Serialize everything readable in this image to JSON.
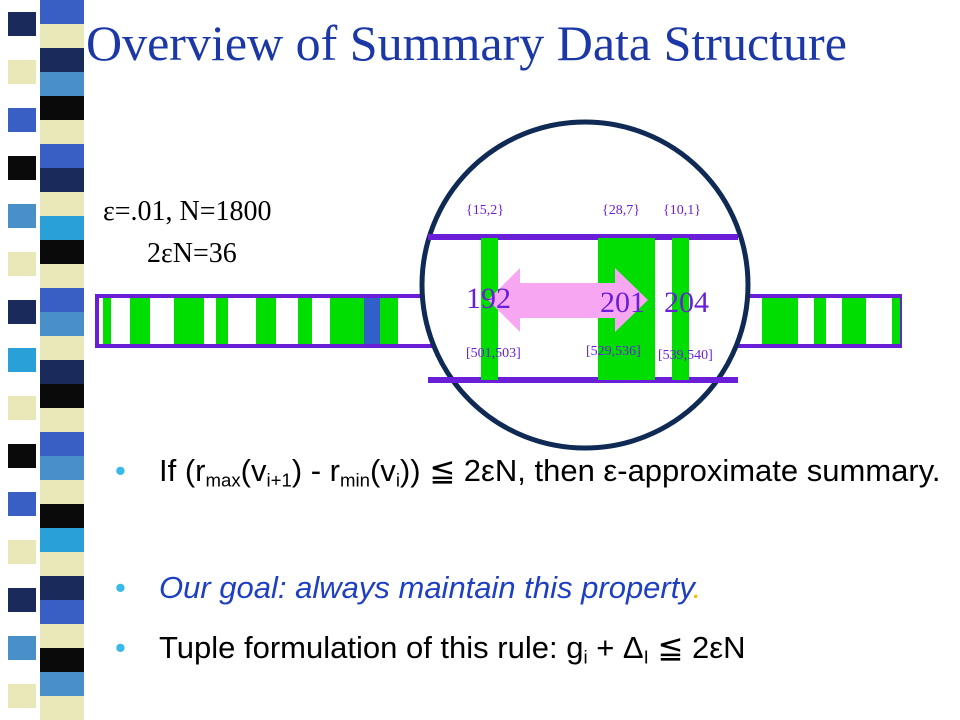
{
  "title": "Overview of Summary Data Structure",
  "params": {
    "line1": "ε=.01, N=1800",
    "line2": "2εN=36"
  },
  "diagram": {
    "tuples": [
      "{15,2}",
      "{28,7}",
      "{10,1}"
    ],
    "values": [
      "192",
      "201",
      "204"
    ],
    "ranges": [
      "[501,503]",
      "[529,536]",
      "[539,540]"
    ]
  },
  "bullets": {
    "b1": {
      "prefix": "If (r",
      "max": "max",
      "mid1": "(v",
      "i1": "i+1",
      "mid2": ") - r",
      "min": "min",
      "mid3": "(v",
      "i": "i",
      "suffix": ")) ≦ 2εN, then ε-approximate summary."
    },
    "b2": {
      "text": "Our goal: always maintain this property",
      "dot": "."
    },
    "b3": {
      "prefix": "Tuple formulation of this rule: g",
      "i": "i",
      "mid": " + Δ",
      "l": "I",
      "suffix": " ≦ 2εN"
    }
  },
  "colors": {
    "title": "#1b38a6",
    "green": "#00dd00",
    "purple": "#6a1ed8",
    "arrow": "#f7a6f2",
    "blue": "#3060c8",
    "bullet": "#39b9e8"
  }
}
